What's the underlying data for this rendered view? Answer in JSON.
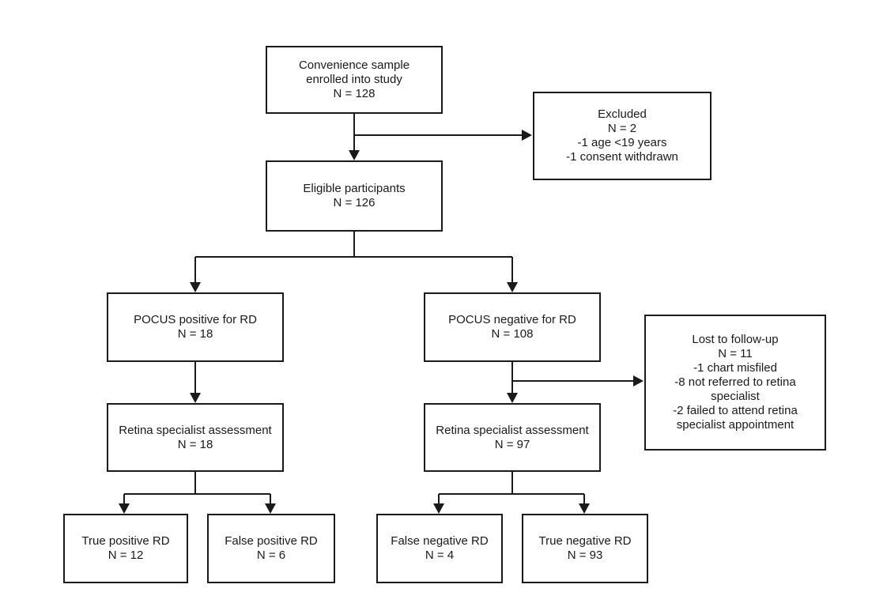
{
  "flowchart": {
    "enrolled": {
      "label": "Convenience sample enrolled into study",
      "lines": [
        "Convenience sample",
        "enrolled into study"
      ],
      "n": "N = 128"
    },
    "excluded": {
      "label": "Excluded",
      "n": "N = 2",
      "reasons": [
        "-1 age <19 years",
        "-1 consent withdrawn"
      ]
    },
    "eligible": {
      "label": "Eligible participants",
      "n": "N = 126"
    },
    "pocus_positive": {
      "label": "POCUS positive for RD",
      "n": "N = 18"
    },
    "pocus_negative": {
      "label": "POCUS negative for RD",
      "n": "N = 108"
    },
    "lost_to_followup": {
      "label": "Lost to follow-up",
      "n": "N = 11",
      "reasons": [
        "-1 chart misfiled",
        "-8 not referred to retina",
        "specialist",
        "-2 failed to attend retina",
        "specialist appointment"
      ]
    },
    "retina_positive": {
      "label": "Retina specialist assessment",
      "n": "N = 18"
    },
    "retina_negative": {
      "label": "Retina specialist assessment",
      "n": "N = 97"
    },
    "true_positive": {
      "label": "True positive RD",
      "n": "N = 12"
    },
    "false_positive": {
      "label": "False positive RD",
      "n": "N = 6"
    },
    "false_negative": {
      "label": "False negative RD",
      "n": "N = 4"
    },
    "true_negative": {
      "label": "True negative RD",
      "n": "N = 93"
    }
  }
}
